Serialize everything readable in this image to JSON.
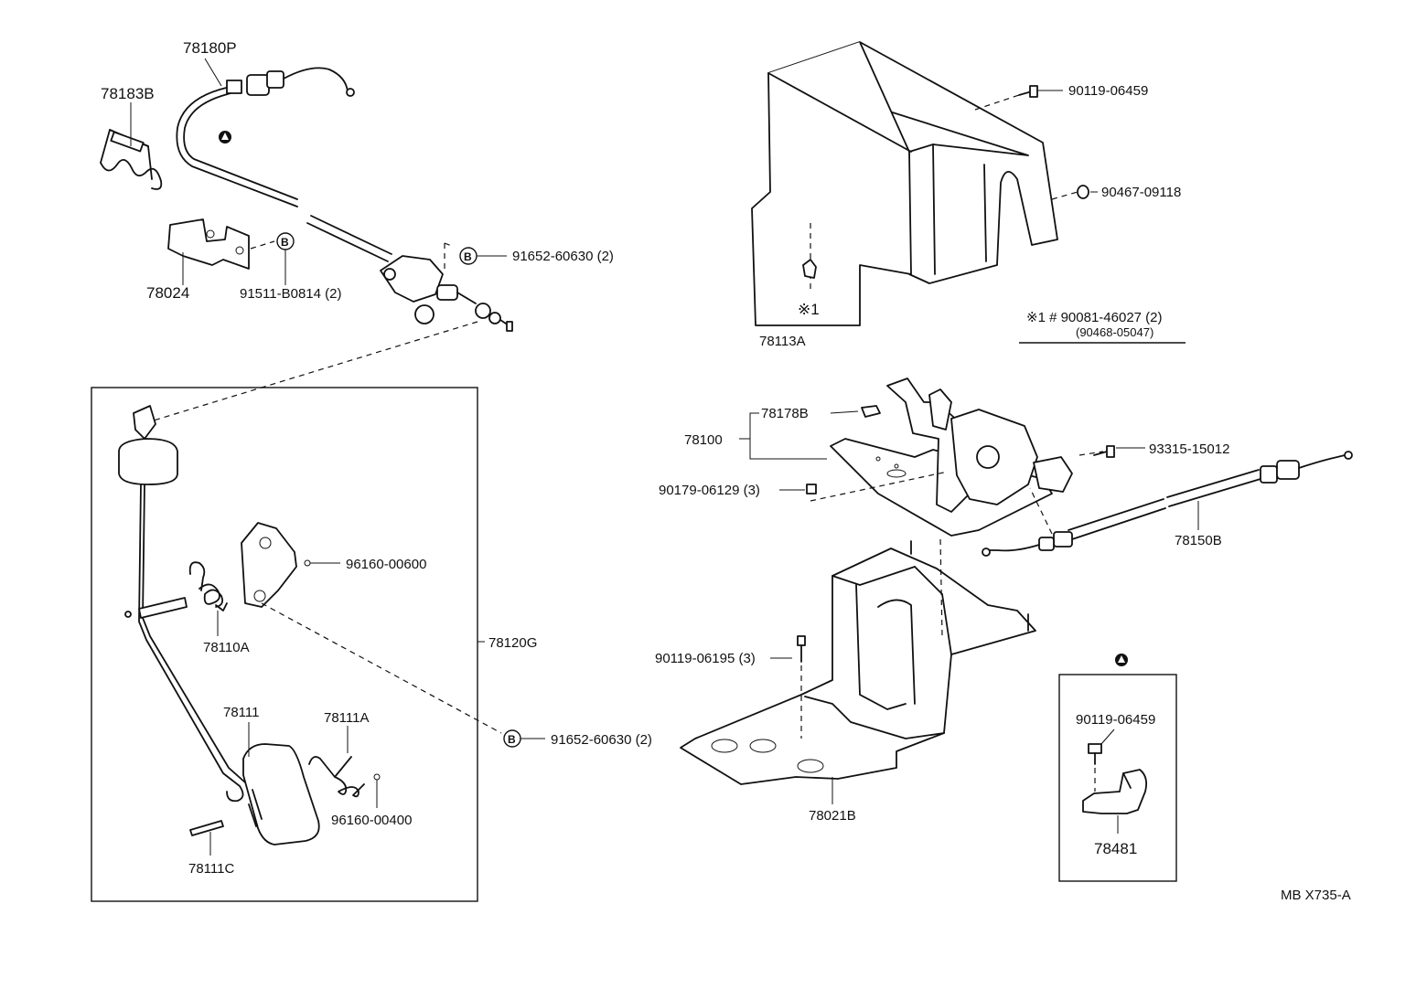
{
  "labels": {
    "p78180P": "78180P",
    "p78183B": "78183B",
    "p78024": "78024",
    "p91511": "91511-B0814 (2)",
    "p91652_top": "91652-60630 (2)",
    "p96160_600": "96160-00600",
    "p78110A": "78110A",
    "p78120G": "78120G",
    "p78111": "78111",
    "p78111A": "78111A",
    "p91652_bot": "91652-60630 (2)",
    "p96160_400": "96160-00400",
    "p78111C": "78111C",
    "p90119_06459_top": "90119-06459",
    "p90467": "90467-09118",
    "p78113A": "78113A",
    "mark1": "※1",
    "note_line1": "※1 # 90081-46027 (2)",
    "note_line2": "(90468-05047)",
    "p78178B": "78178B",
    "p78100": "78100",
    "p93315": "93315-15012",
    "p90179": "90179-06129 (3)",
    "p78150B": "78150B",
    "p90119_06195": "90119-06195 (3)",
    "p90119_06459_box": "90119-06459",
    "p78481": "78481",
    "p78021B": "78021B",
    "diagram_code": "MB X735-A"
  },
  "symbols": {
    "circle_b": "B",
    "triangle_marker": "triangle-icon"
  }
}
